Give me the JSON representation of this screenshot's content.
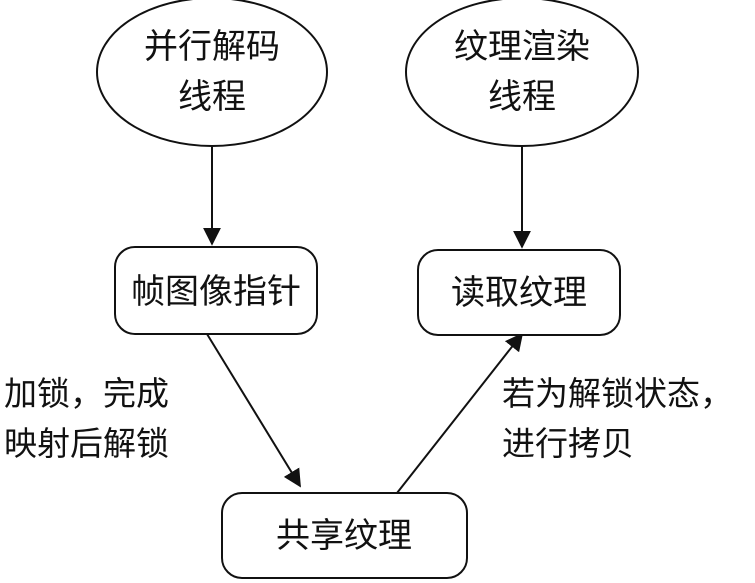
{
  "diagram": {
    "nodes": {
      "parallel_decode": {
        "line1": "并行解码",
        "line2": "线程"
      },
      "texture_render": {
        "line1": "纹理渲染",
        "line2": "线程"
      },
      "frame_pointer": {
        "label": "帧图像指针"
      },
      "read_texture": {
        "label": "读取纹理"
      },
      "shared_texture": {
        "label": "共享纹理"
      }
    },
    "edge_labels": {
      "lock_unlock": {
        "line1": "加锁，完成",
        "line2": "映射后解锁"
      },
      "if_unlocked": {
        "line1": "若为解锁状态，",
        "line2": "进行拷贝"
      }
    }
  }
}
